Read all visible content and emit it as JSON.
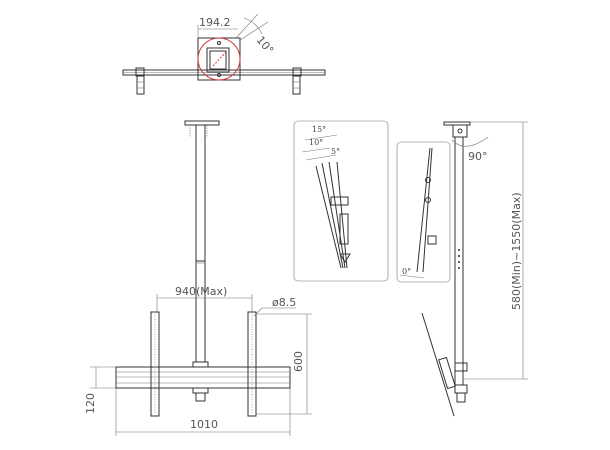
{
  "drawing": {
    "subject": "Ceiling TV mount bracket technical drawing",
    "top_view": {
      "dim_plate": "194.2",
      "dim_angle": "10°"
    },
    "front_view": {
      "dim_width_max": "940(Max)",
      "dim_hole": "ø8.5",
      "dim_height": "600",
      "dim_rail": "120",
      "dim_total_width": "1010"
    },
    "tilt_detail_1": {
      "angles": [
        "15°",
        "10°",
        "5°"
      ]
    },
    "tilt_detail_2": {
      "angle": "0°"
    },
    "side_view": {
      "rotation": "90°",
      "height_range": "580(Min)~1550(Max)"
    }
  }
}
